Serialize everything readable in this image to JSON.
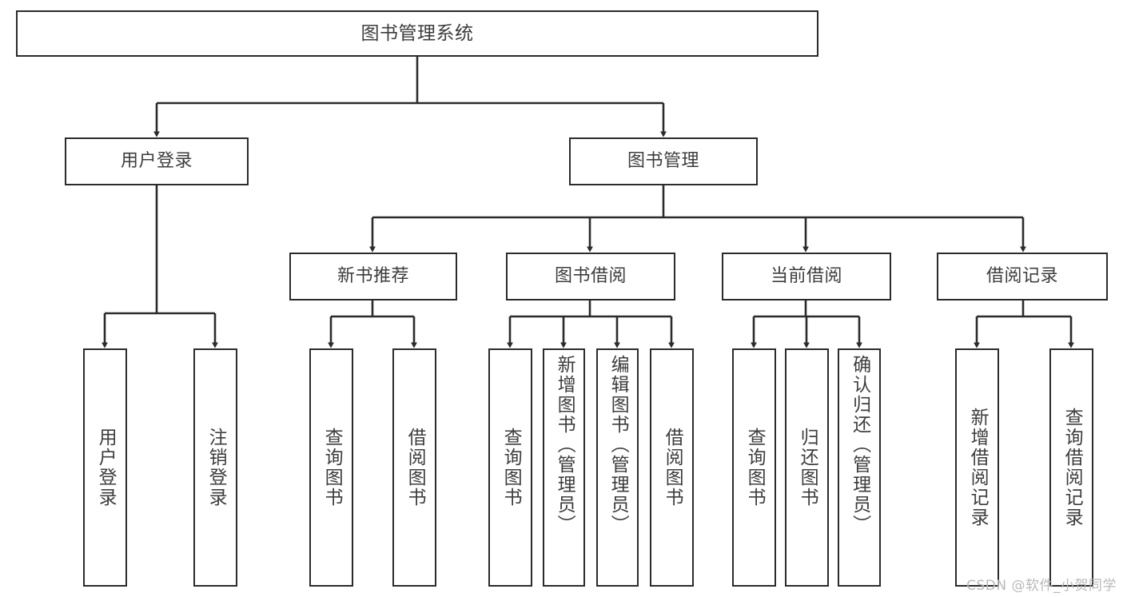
{
  "diagram": {
    "title": "图书管理系统",
    "type": "tree-hierarchy-diagram",
    "watermark": "CSDN @软件_小贺同学",
    "colors": {
      "box_border": "#2b2b2b",
      "box_fill": "#ffffff",
      "connector": "#2b2b2b",
      "text": "#3d3d3d",
      "watermark": "#b9b9b9",
      "background": "#ffffff"
    }
  },
  "nodes": {
    "root": {
      "id": "root",
      "label": "图书管理系统",
      "orientation": "horizontal"
    },
    "level1": [
      {
        "id": "user-login",
        "label": "用户登录",
        "orientation": "horizontal"
      },
      {
        "id": "book-management",
        "label": "图书管理",
        "orientation": "horizontal"
      }
    ],
    "level2": [
      {
        "id": "new-book-recommend",
        "label": "新书推荐",
        "orientation": "horizontal",
        "parent": "book-management"
      },
      {
        "id": "book-borrow",
        "label": "图书借阅",
        "orientation": "horizontal",
        "parent": "book-management"
      },
      {
        "id": "current-borrow",
        "label": "当前借阅",
        "orientation": "horizontal",
        "parent": "book-management"
      },
      {
        "id": "borrow-record",
        "label": "借阅记录",
        "orientation": "horizontal",
        "parent": "book-management"
      }
    ],
    "leaves": [
      {
        "id": "leaf-user-login",
        "label": "用户登录",
        "orientation": "vertical",
        "parent": "user-login"
      },
      {
        "id": "leaf-user-logout",
        "label": "注销登录",
        "orientation": "vertical",
        "parent": "user-login"
      },
      {
        "id": "leaf-query-book-1",
        "label": "查询图书",
        "orientation": "vertical",
        "parent": "new-book-recommend"
      },
      {
        "id": "leaf-borrow-book-1",
        "label": "借阅图书",
        "orientation": "vertical",
        "parent": "new-book-recommend"
      },
      {
        "id": "leaf-query-book-2",
        "label": "查询图书",
        "orientation": "vertical",
        "parent": "book-borrow"
      },
      {
        "id": "leaf-add-book",
        "label": "新增图书（管理员）",
        "orientation": "vertical",
        "parent": "book-borrow"
      },
      {
        "id": "leaf-edit-book",
        "label": "编辑图书（管理员）",
        "orientation": "vertical",
        "parent": "book-borrow"
      },
      {
        "id": "leaf-borrow-book-2",
        "label": "借阅图书",
        "orientation": "vertical",
        "parent": "book-borrow"
      },
      {
        "id": "leaf-query-book-3",
        "label": "查询图书",
        "orientation": "vertical",
        "parent": "current-borrow"
      },
      {
        "id": "leaf-return-book",
        "label": "归还图书",
        "orientation": "vertical",
        "parent": "current-borrow"
      },
      {
        "id": "leaf-confirm-return",
        "label": "确认归还（管理员）",
        "orientation": "vertical",
        "parent": "current-borrow"
      },
      {
        "id": "leaf-add-record",
        "label": "新增借阅记录",
        "orientation": "vertical",
        "parent": "borrow-record"
      },
      {
        "id": "leaf-query-record",
        "label": "查询借阅记录",
        "orientation": "vertical",
        "parent": "borrow-record"
      }
    ]
  }
}
